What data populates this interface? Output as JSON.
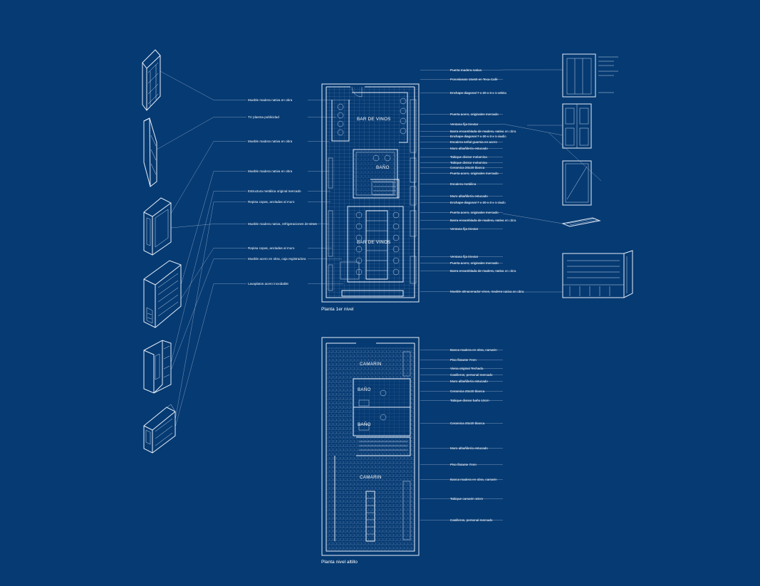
{
  "colors": {
    "background": "#063a72",
    "line": "#e6eefa"
  },
  "plan1": {
    "caption": "Planta 1er nivel",
    "rooms": [
      "BAR  DE VINOS",
      "BAÑO",
      "BAR  DE VINOS"
    ],
    "labels_left": [
      "Mueble madera nativa en obra",
      "TV plasma publicidad",
      "Mueble madera nativa en obra",
      "Mueble madera nativa en obra",
      "Estructura metálica original mercado",
      "Repisa copas, ancladas al muro",
      "Mueble madera nativa, refrigeraciones de vinos",
      "Repisa copas, ancladas al muro",
      "Mueble acero en obra, caja registradora",
      "Lavaplatos acero inoxidable"
    ],
    "labels_right": [
      "Puerta madera nativa",
      "Porcelanato 15x60 en Teca Café",
      "Enchape diagonal 7 x 20 x 3 x 1 cebita",
      "Puerta acero, originales mercado",
      "Ventana fija triextar",
      "Barra encamblada de madera, nativa en obra",
      "Enchape diagonal 7 x 20 x 3 x 1 ciudio",
      "Escalera señal guarnia en acero",
      "Muro albañilería estucado",
      "Tabique divisor melamina",
      "Tabique divisor melamina",
      "Ceramica 20x20 blanca",
      "Puerta acero, originales mercado",
      "Escalera metálica",
      "Muro albañilería estucado",
      "Enchape diagonal 7 x 20 x 3 x 1 ciudo",
      "Puerta acero, originales mercado",
      "Barra encamblada de madera, nativa en obra",
      "Ventana fija triextar",
      "Ventana fija triextar",
      "Puerta acero, originales mercado",
      "Barra encamblada de madera, nativa en obra",
      "Mueble almacenador vinos, madera nativa en obra"
    ]
  },
  "plan2": {
    "caption": "Planta nivel altillo",
    "rooms": [
      "CAMARIN",
      "BAÑO",
      "BAÑO",
      "CAMARIN"
    ],
    "labels_right": [
      "Banca madera en obra,  camarin",
      "Piso flotante 7mm",
      "Viena  original Techado.",
      "Casilleros, personal mercado",
      "Muro albañilería estucado",
      "Ceramica 20x20 blanca",
      "Tabique divisor baño 10cm",
      "Ceramica 20x20 blanca",
      "Muro albañilería estucado",
      "Piso flotante 7mm",
      "Banca madera en obra,  camarin",
      "Tabique camarin 10cm",
      "Casilleros, personal mercado"
    ]
  },
  "legend_box": {
    "lines": [
      "—",
      "—",
      "—",
      "—",
      "—",
      "—"
    ]
  }
}
